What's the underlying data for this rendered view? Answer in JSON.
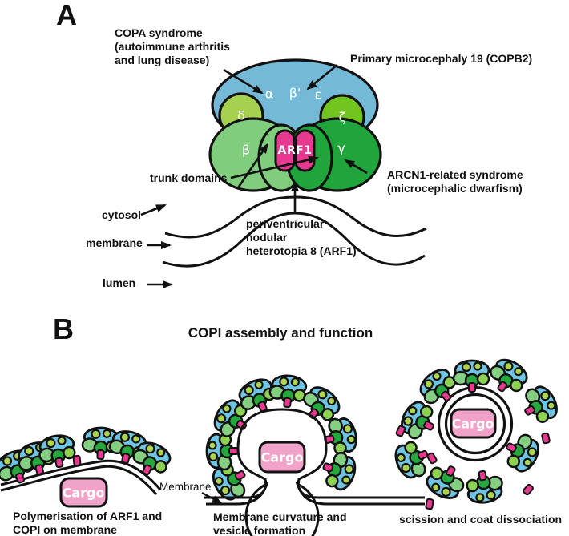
{
  "colors": {
    "dome_blue": "#74b9d6",
    "delta_green": "#a5d14e",
    "zeta_green": "#72c41e",
    "beta_green": "#80cd7e",
    "gamma_green": "#1fa53c",
    "arf1_pink": "#e7398f",
    "cargo_pink": "#f0a2c8",
    "outline_black": "#111111"
  },
  "panel_a": {
    "label": "A",
    "subunits": {
      "alpha": "α",
      "beta_prime": "β'",
      "epsilon": "ε",
      "delta": "δ",
      "zeta": "ζ",
      "beta": "β",
      "gamma": "γ",
      "arf1": "ARF1"
    },
    "annotations": {
      "copa_syndrome": "COPA syndrome\n(autoimmune arthritis\nand lung disease)",
      "primary_microcephaly": "Primary microcephaly 19 (COPB2)",
      "trunk_domains": "trunk domains",
      "arcn1_syndrome": "ARCN1-related syndrome\n(microcephalic dwarfism)",
      "cytosol": "cytosol",
      "membrane": "membrane",
      "lumen": "lumen",
      "arf1_disease": "periventricular\nnodular\nheterotopia 8 (ARF1)"
    }
  },
  "panel_b": {
    "label": "B",
    "title": "COPI assembly and function",
    "membrane_label": "Membrane",
    "cargo_label": "Cargo",
    "captions": {
      "stage1": "Polymerisation of ARF1 and\nCOPI on membrane",
      "stage2": "Membrane curvature and\nvesicle formation",
      "stage3": "scission and coat dissociation"
    }
  }
}
